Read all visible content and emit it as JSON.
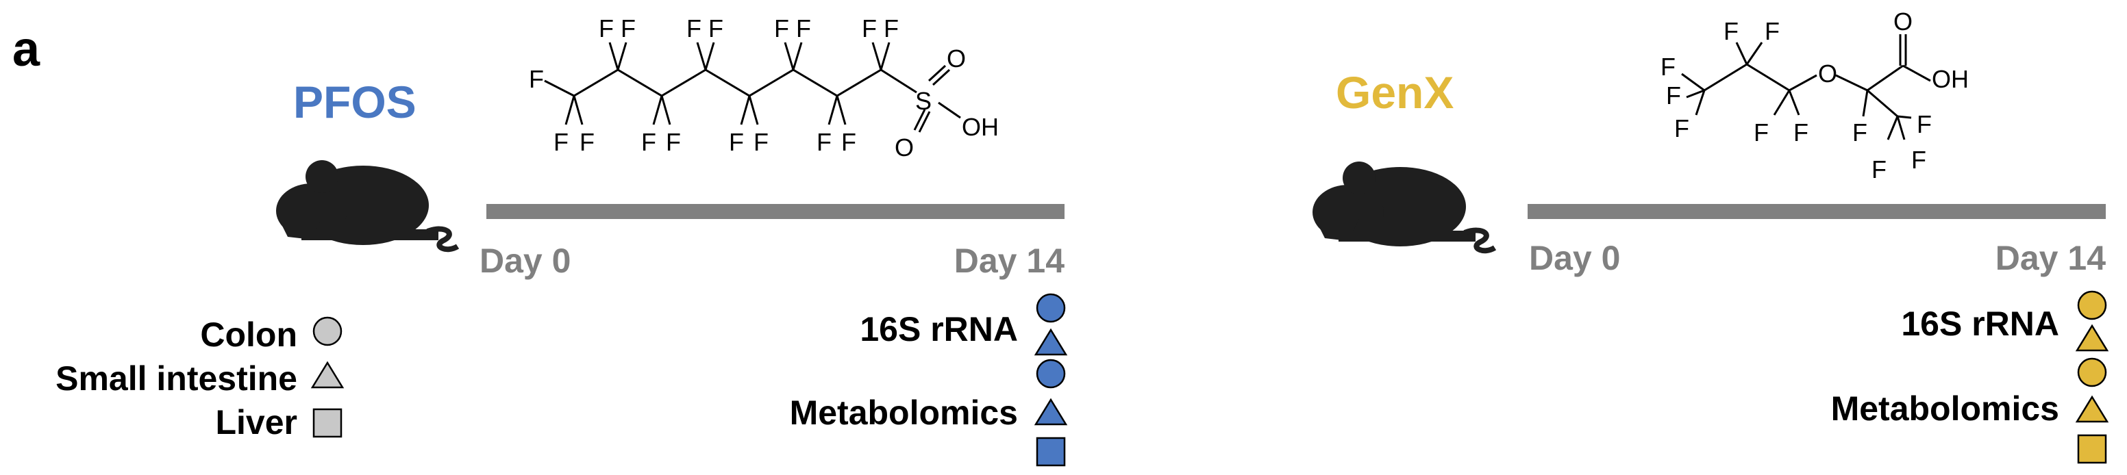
{
  "panel_label": "a",
  "colors": {
    "pfos": "#4a78c2",
    "genx": "#e2b93b",
    "legend_grey": "#c8c8c8",
    "bar": "#808080",
    "mouse": "#1f1f1f",
    "day_text": "#808080"
  },
  "legend": {
    "items": [
      {
        "label": "Colon",
        "shape": "circle"
      },
      {
        "label": "Small intestine",
        "shape": "triangle"
      },
      {
        "label": "Liver",
        "shape": "square"
      }
    ]
  },
  "pfos": {
    "name": "PFOS",
    "day_start": "Day 0",
    "day_end": "Day 14",
    "assays": [
      {
        "label": "16S rRNA",
        "shapes": [
          "circle",
          "triangle"
        ]
      },
      {
        "label": "Metabolomics",
        "shapes": [
          "circle",
          "triangle",
          "square"
        ]
      }
    ],
    "structure": {
      "atom_f": "F",
      "atom_s": "S",
      "atom_o": "O",
      "atom_oh": "OH"
    }
  },
  "genx": {
    "name": "GenX",
    "day_start": "Day 0",
    "day_end": "Day 14",
    "assays": [
      {
        "label": "16S rRNA",
        "shapes": [
          "circle",
          "triangle"
        ]
      },
      {
        "label": "Metabolomics",
        "shapes": [
          "circle",
          "triangle",
          "square"
        ]
      }
    ],
    "structure": {
      "atom_f": "F",
      "atom_o": "O",
      "atom_oh": "OH"
    }
  }
}
